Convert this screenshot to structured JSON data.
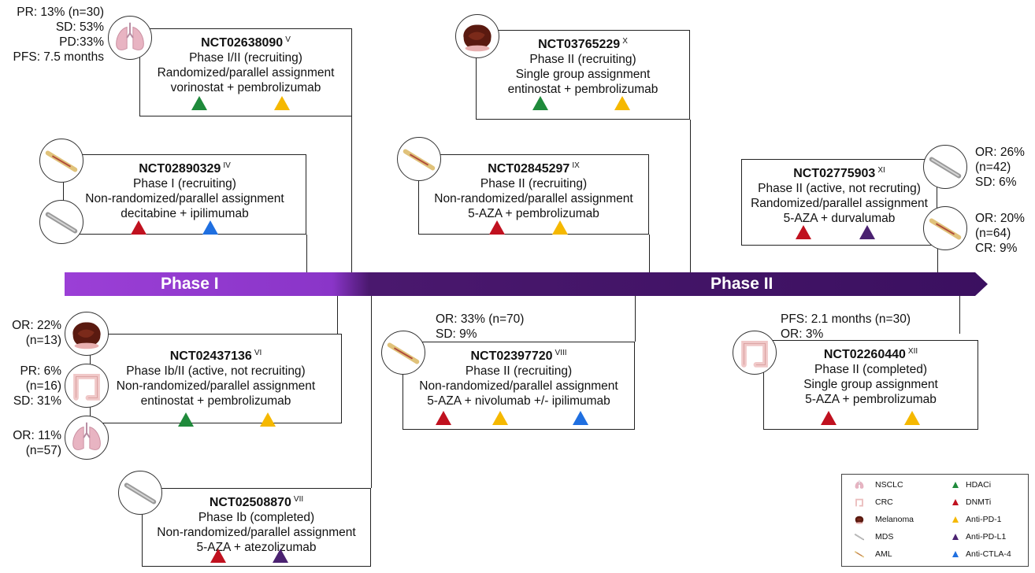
{
  "colors": {
    "hdaci": "#1f8a3b",
    "dnmti": "#c0111f",
    "antipd1": "#f5b800",
    "antipdl1": "#4b2271",
    "antictla4": "#1f6fe0",
    "bar_start": "#8a35c8",
    "bar_end": "#3b1060"
  },
  "phase_bar": {
    "phase1": "Phase I",
    "phase2": "Phase II"
  },
  "trials": {
    "t1": {
      "nct": "NCT02638090",
      "ref": "V",
      "l1": "Phase I/II  (recruiting)",
      "l2": "Randomized/parallel assignment",
      "l3": "vorinostat + pembrolizumab"
    },
    "t2": {
      "nct": "NCT03765229",
      "ref": "X",
      "l1": "Phase II (recruiting)",
      "l2": "Single group assignment",
      "l3": "entinostat + pembrolizumab"
    },
    "t3": {
      "nct": "NCT02890329",
      "ref": "IV",
      "l1": "Phase I (recruiting)",
      "l2": "Non-randomized/parallel  assignment",
      "l3": "decitabine + ipilimumab"
    },
    "t4": {
      "nct": "NCT02845297",
      "ref": "IX",
      "l1": "Phase II (recruiting)",
      "l2": "Non-randomized/parallel  assignment",
      "l3": "5-AZA + pembrolizumab"
    },
    "t5": {
      "nct": "NCT02775903",
      "ref": "XI",
      "l1": "Phase II (active, not recruting)",
      "l2": "Randomized/parallel assignment",
      "l3": "5-AZA + durvalumab"
    },
    "t6": {
      "nct": "NCT02437136",
      "ref": "VI",
      "l1": "Phase Ib/II  (active, not recruiting)",
      "l2": "Non-randomized/parallel assignment",
      "l3": "entinostat + pembrolizumab"
    },
    "t7": {
      "nct": "NCT02397720",
      "ref": "VIII",
      "l1": "Phase II (recruiting)",
      "l2": "Non-randomized/parallel  assignment",
      "l3": "5-AZA + nivolumab  +/- ipilimumab"
    },
    "t8": {
      "nct": "NCT02260440",
      "ref": "XII",
      "l1": "Phase II (completed)",
      "l2": "Single group assignment",
      "l3": "5-AZA + pembrolizumab"
    },
    "t9": {
      "nct": "NCT02508870",
      "ref": "VII",
      "l1": "Phase Ib (completed)",
      "l2": "Non-randomized/parallel assignment",
      "l3": "5-AZA + atezolizumab"
    }
  },
  "stats": {
    "t1": "PR: 13% (n=30)\nSD: 53%\nPD:33%\nPFS: 7.5 months",
    "t5a": "OR: 26%\n(n=42)\nSD: 6%",
    "t5b": "OR: 20%\n(n=64)\nCR: 9%",
    "t6a": "OR: 22%\n(n=13)",
    "t6b": "PR: 6%\n(n=16)\nSD: 31%",
    "t6c": "OR: 11%\n(n=57)",
    "t7": "OR: 33% (n=70)\nSD: 9%",
    "t8": "PFS: 2.1 months (n=30)\nOR: 3%"
  },
  "legend": {
    "nsclc": "NSCLC",
    "crc": "CRC",
    "melanoma": "Melanoma",
    "mds": "MDS",
    "aml": "AML",
    "hdaci": "HDACi",
    "dnmti": "DNMTi",
    "antipd1": "Anti-PD-1",
    "antipdl1": "Anti-PD-L1",
    "antictla4": "Anti-CTLA-4"
  }
}
